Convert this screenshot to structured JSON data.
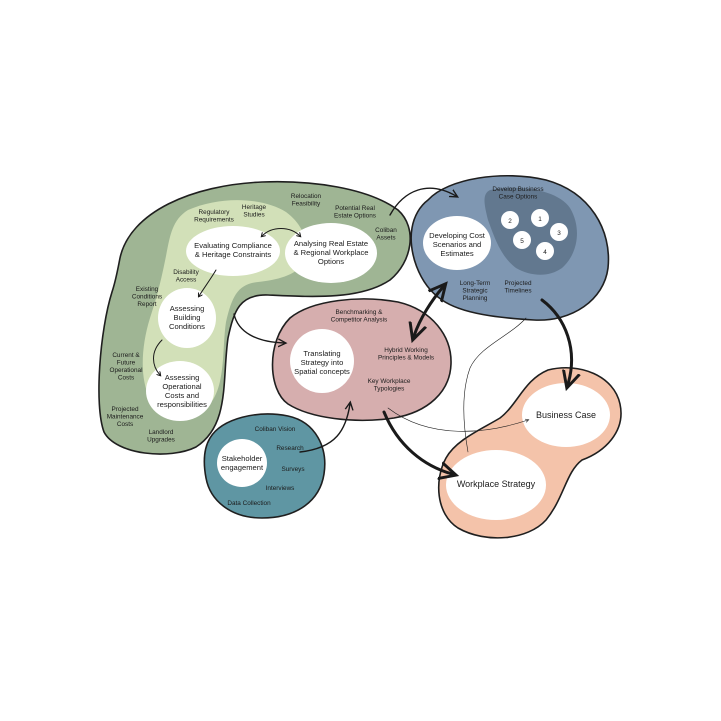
{
  "colors": {
    "green_outer": "#9fb594",
    "green_inner": "#d2e0b8",
    "blue": "#7f97b2",
    "blue_inner": "#62788f",
    "pink": "#d6aeae",
    "teal": "#5f96a3",
    "peach": "#f4c3aa",
    "white": "#ffffff",
    "ink": "#1c1c1c"
  },
  "green": {
    "node_compliance": [
      "Evaluating Compliance",
      "& Heritage Constraints"
    ],
    "node_real_estate": [
      "Analysing Real Estate",
      "& Regional Workplace",
      "Options"
    ],
    "node_building": [
      "Assessing",
      "Building",
      "Conditions"
    ],
    "node_operational": [
      "Assessing",
      "Operational",
      "Costs and",
      "responsibilities"
    ],
    "labels": {
      "regulatory": [
        "Regulatory",
        "Requirements"
      ],
      "heritage": [
        "Heritage",
        "Studies"
      ],
      "relocation": [
        "Relocation",
        "Feasibility"
      ],
      "potential": [
        "Potential Real",
        "Estate Options"
      ],
      "coliban_assets": [
        "Coliban",
        "Assets"
      ],
      "disability": [
        "Disability",
        "Access"
      ],
      "existing": [
        "Existing",
        "Conditions",
        "Report"
      ],
      "current": [
        "Current &",
        "Future",
        "Operational",
        "Costs"
      ],
      "projected_maint": [
        "Projected",
        "Maintenance",
        "Costs"
      ],
      "landlord": [
        "Landlord",
        "Upgrades"
      ]
    }
  },
  "blue": {
    "node_cost": [
      "Developing Cost",
      "Scenarios and",
      "Estimates"
    ],
    "options_title": [
      "Develop Business",
      "Case Options"
    ],
    "options": [
      "1",
      "2",
      "3",
      "4",
      "5"
    ],
    "long_term": [
      "Long-Term",
      "Strategic",
      "Planning"
    ],
    "projected_timelines": [
      "Projected",
      "Timelines"
    ]
  },
  "pink": {
    "node_translate": [
      "Translating",
      "Strategy into",
      "Spatial concepts"
    ],
    "benchmarking": [
      "Benchmarking &",
      "Competitor Analysis"
    ],
    "hybrid": [
      "Hybrid Working",
      "Principles & Models"
    ],
    "typologies": [
      "Key Workplace",
      "Typologies"
    ]
  },
  "teal": {
    "node_stakeholder": [
      "Stakeholder",
      "engagement"
    ],
    "coliban_vision": "Coliban Vision",
    "research": "Research",
    "surveys": "Surveys",
    "interviews": "Interviews",
    "data_collection": "Data Collection"
  },
  "peach": {
    "business_case": "Business Case",
    "workplace_strategy": "Workplace Strategy"
  }
}
